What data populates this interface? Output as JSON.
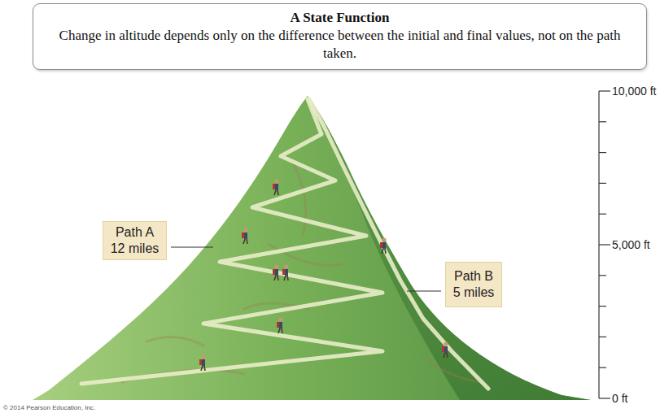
{
  "diagram": {
    "nodes": [
      {
        "text": [
          "A State Function",
          "Change in altitude depends only on the difference between the initial and final values, not on the path taken."
        ]
      },
      {
        "text": [
          "Path A",
          "12 miles"
        ]
      },
      {
        "text": [
          "Path B",
          "5 miles"
        ]
      }
    ],
    "labels": [
      "10,000 ft",
      "5,000 ft",
      "0 ft",
      "© 2014 Pearson Education, Inc."
    ]
  }
}
